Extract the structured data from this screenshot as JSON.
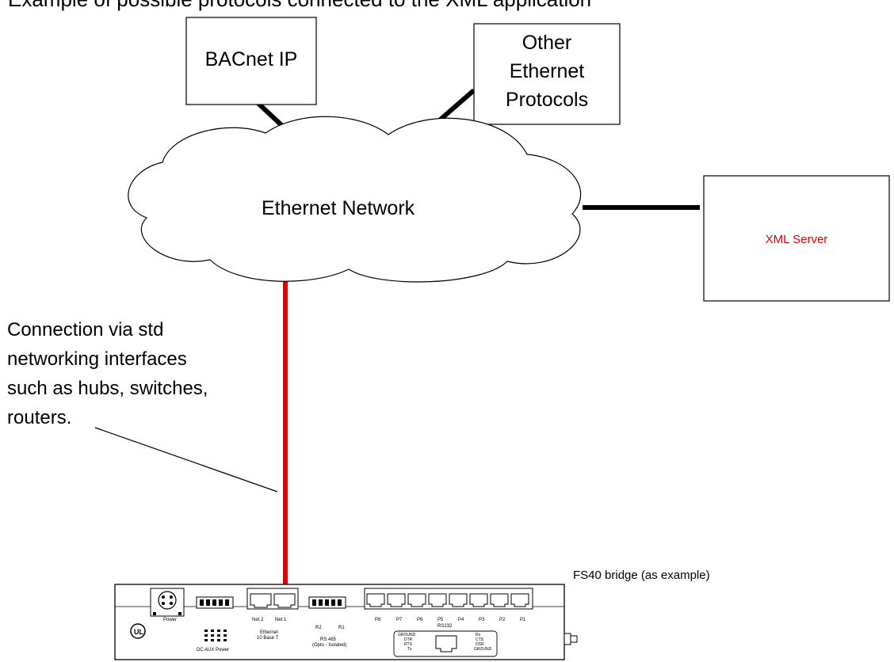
{
  "header_partial": "Example of possible protocols connected to the XML application",
  "nodes": {
    "bacnet": {
      "label": "BACnet IP"
    },
    "other": {
      "lines": [
        "Other",
        "Ethernet",
        "Protocols"
      ]
    },
    "cloud": {
      "label": "Ethernet Network"
    },
    "xml_server": {
      "label": "XML Server",
      "color": "#e00000"
    },
    "bridge": {
      "label": "FS40 bridge (as example)"
    }
  },
  "connection_note": {
    "lines": [
      "Connection via std",
      "networking interfaces",
      "such as hubs, switches,",
      "routers."
    ]
  },
  "link_color": "#e00000",
  "device_panel": {
    "top": [
      "Power",
      "Net 2",
      "Net 1",
      "P8",
      "P7",
      "P6",
      "P5",
      "P4",
      "P3",
      "P2",
      "P1"
    ],
    "bottom": [
      "DC AUX Power",
      "Ethernet",
      "10 Base T",
      "R2",
      "R1",
      "RS 485",
      "(Opto - Isolated)",
      "RS232",
      "GROUND",
      "DTR",
      "RTS",
      "Tx",
      "Rx",
      "CTS",
      "DSR",
      "GROUND"
    ]
  }
}
